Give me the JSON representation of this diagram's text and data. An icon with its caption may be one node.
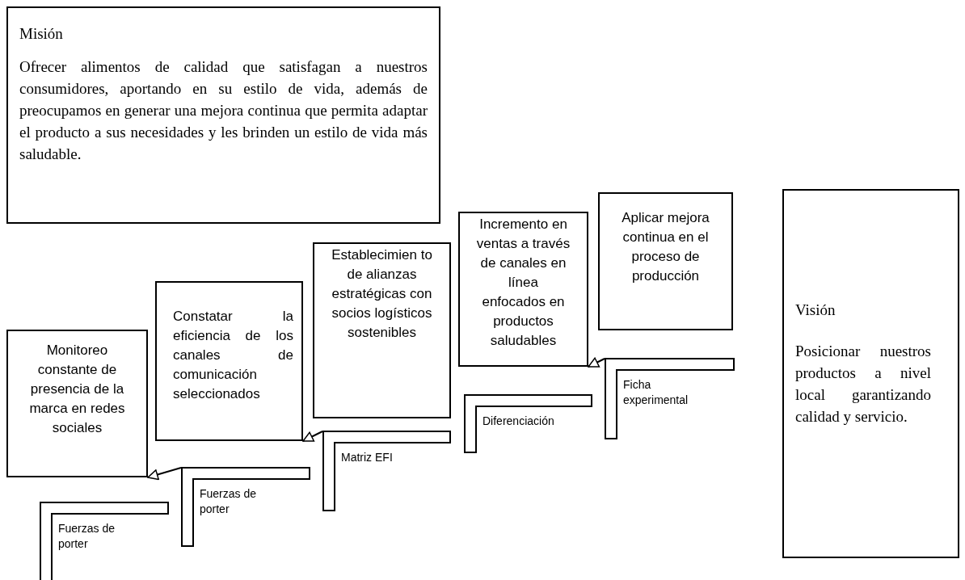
{
  "diagram": {
    "nodes": [
      {
        "text": [
          "Misión",
          "Ofrecer alimentos de calidad que satisfagan a nuestros consumidores, aportando en su estilo de vida, además de preocupamos en generar una mejora continua que permita adaptar el producto a sus necesidades y les brinden un estilo de vida más saludable."
        ]
      },
      {
        "text": [
          "Monitoreo constante de presencia de la marca en redes sociales"
        ]
      },
      {
        "text": [
          "Fuerzas de porter"
        ]
      },
      {
        "text": [
          "Constatar la eficiencia de los canales de comunicación seleccionados"
        ]
      },
      {
        "text": [
          "Fuerzas de porter"
        ]
      },
      {
        "text": [
          "Establecimien to de alianzas estratégicas con socios logísticos sostenibles"
        ]
      },
      {
        "text": [
          "Matriz EFI"
        ]
      },
      {
        "text": [
          "Incremento en ventas a través de canales en línea enfocados en productos saludables"
        ]
      },
      {
        "text": [
          "Diferenciación"
        ]
      },
      {
        "text": [
          "Aplicar mejora continua en el proceso de producción"
        ]
      },
      {
        "text": [
          "Ficha experimental"
        ]
      },
      {
        "text": [
          "Visión",
          "Posicionar nuestros productos a nivel local garantizando calidad y servicio."
        ]
      }
    ],
    "edges": [
      {
        "from": 4,
        "to": 1,
        "arrow": "to"
      },
      {
        "from": 6,
        "to": 3,
        "arrow": "to"
      },
      {
        "from": 10,
        "to": 7,
        "arrow": "to"
      }
    ]
  }
}
